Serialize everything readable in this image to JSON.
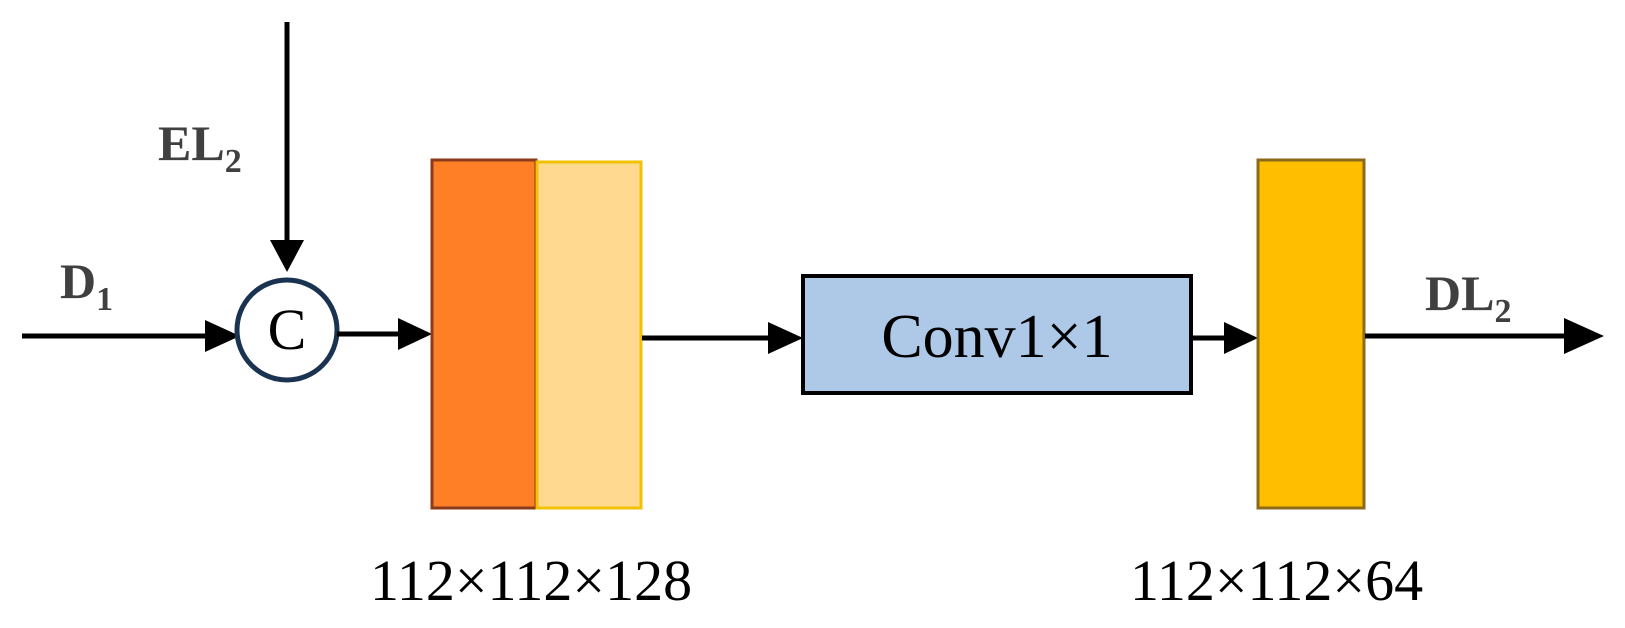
{
  "inputs": {
    "left": {
      "main": "D",
      "sub": "1"
    },
    "top": {
      "main": "EL",
      "sub": "2"
    }
  },
  "concat_node": {
    "symbol": "C"
  },
  "conv_block": {
    "label": "Conv1×1"
  },
  "output": {
    "main": "DL",
    "sub": "2"
  },
  "dims": {
    "concat": "112×112×128",
    "output": "112×112×64"
  },
  "colors": {
    "feature_a": "#ff7f27",
    "feature_b": "#ffd98f",
    "conv_fill": "#aec8e8",
    "output_fill": "#ffbf00",
    "node_stroke": "#1a3350",
    "arrow": "#000000",
    "label_bold": "#404040"
  }
}
